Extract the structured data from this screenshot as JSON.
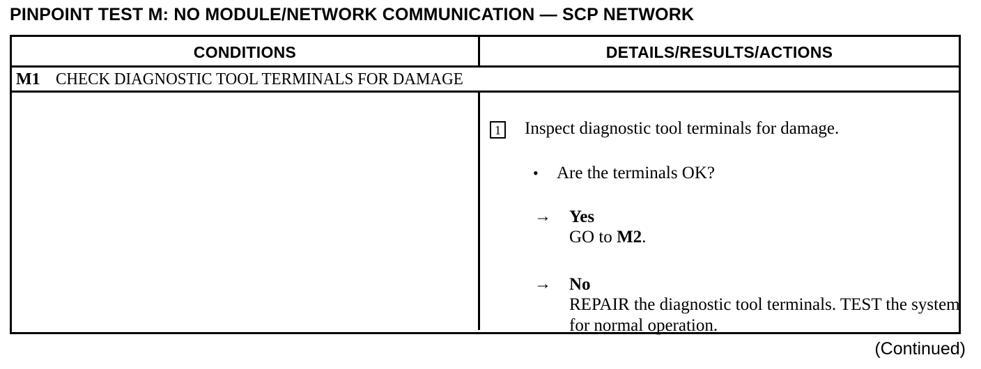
{
  "document": {
    "title": "PINPOINT TEST M: NO MODULE/NETWORK COMMUNICATION — SCP NETWORK",
    "continued_label": "(Continued)"
  },
  "table": {
    "headers": {
      "conditions": "CONDITIONS",
      "details": "DETAILS/RESULTS/ACTIONS"
    },
    "step": {
      "code": "M1",
      "title": "CHECK DIAGNOSTIC TOOL TERMINALS FOR DAMAGE"
    },
    "details": {
      "step_number": "1",
      "instruction": "Inspect diagnostic tool terminals for damage.",
      "bullet_glyph": "•",
      "question": "Are the terminals OK?",
      "arrow_glyph": "→",
      "branches": [
        {
          "answer": "Yes",
          "action_prefix": "GO to ",
          "action_ref": "M2",
          "action_suffix": "."
        },
        {
          "answer": "No",
          "action_prefix": "REPAIR the diagnostic tool terminals. TEST the system for normal operation.",
          "action_ref": "",
          "action_suffix": ""
        }
      ]
    }
  }
}
